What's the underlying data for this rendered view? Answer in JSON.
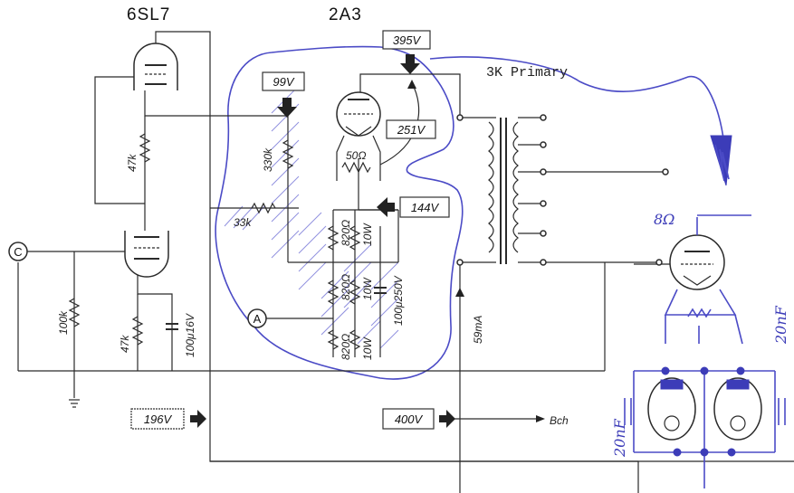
{
  "tubes": {
    "driver": "6SL7",
    "output": "2A3"
  },
  "transformer": {
    "primary_label": "3K Primary"
  },
  "voltages": {
    "b_plus_top": "395V",
    "grid": "99V",
    "plate_cathode": "251V",
    "cathode": "144V",
    "driver_supply": "196V",
    "main_supply": "400V"
  },
  "supply": {
    "branch_label": "Bch"
  },
  "current": {
    "label": "59mA"
  },
  "components": {
    "r_plate_47k_top": "47k",
    "r_grid_330k": "330k",
    "r_33k": "33k",
    "r_hum_50": "50Ω",
    "r_820_a": "820Ω",
    "r_10w_a": "10W",
    "r_820_b": "820Ω",
    "r_10w_b": "10W",
    "r_820_c": "820Ω",
    "r_10w_c": "10W",
    "c_100u_250v": "100μ250V",
    "r_input_100k": "100k",
    "r_cathode_47k": "47k",
    "c_100u_16v": "100μ16V"
  },
  "terminals": {
    "input": "C",
    "meter": "A"
  },
  "annotations": {
    "load": "8Ω",
    "cap_right": "20nF",
    "cap_left": "20nF"
  }
}
